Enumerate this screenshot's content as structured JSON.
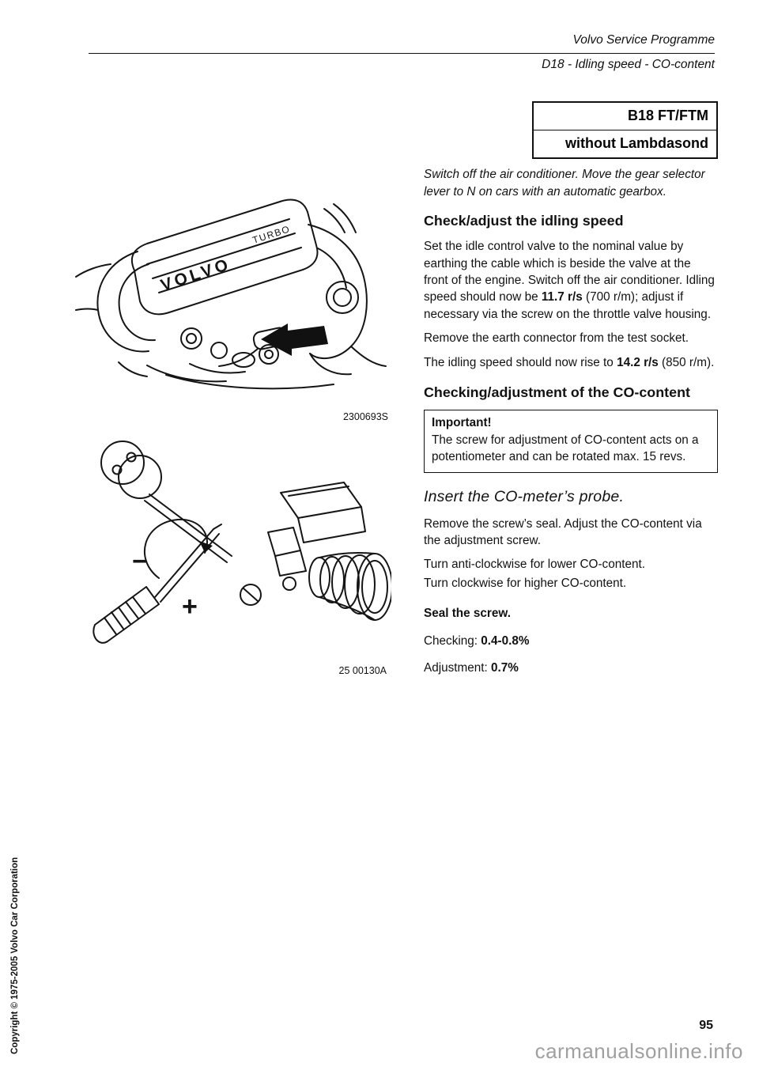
{
  "header": {
    "line1": "Volvo Service Programme",
    "line2": "D18 - Idling speed - CO-content"
  },
  "title_box": {
    "line1": "B18 FT/FTM",
    "line2": "without Lambdasond"
  },
  "intro": "Switch off the air conditioner. Move the gear selector lever to N on cars with an automatic gearbox.",
  "idle_section": {
    "heading": "Check/adjust the idling speed",
    "para1_pre": "Set the idle control valve to the nominal value by earthing the cable which is beside the valve at the front of the engine. Switch off the air conditioner. Idling speed should now be ",
    "para1_bold": "11.7 r/s",
    "para1_post": " (700 r/m); adjust if necessary via the screw on the throttle valve housing.",
    "para2": "Remove the earth connector from the test socket.",
    "para3_pre": "The idling speed should now rise to ",
    "para3_bold": "14.2 r/s",
    "para3_post": " (850 r/m)."
  },
  "co_section": {
    "heading": "Checking/adjustment of the CO-content",
    "important_title": "Important!",
    "important_body": "The screw for adjustment of CO-content acts on a potentiometer and can be rotated max. 15 revs.",
    "probe_line": "Insert the CO-meter’s probe.",
    "para1": "Remove the screw’s seal. Adjust the CO-content via the adjustment screw.",
    "para2": "Turn anti-clockwise for lower CO-content.",
    "para3": "Turn clockwise for higher CO-content.",
    "seal_heading": "Seal the screw.",
    "checking_label": "Checking: ",
    "checking_value": "0.4-0.8%",
    "adjustment_label": "Adjustment: ",
    "adjustment_value": "0.7%"
  },
  "figures": {
    "engine": {
      "label": "2300693S",
      "badge_volvo": "VOLVO",
      "badge_turbo": "TURBO"
    },
    "co": {
      "label": "25 00130A",
      "plus": "+",
      "minus": "−"
    }
  },
  "footer": {
    "copyright": "Copyright © 1975-2005 Volvo Car Corporation",
    "page_number": "95",
    "watermark": "carmanualsonline.info"
  }
}
